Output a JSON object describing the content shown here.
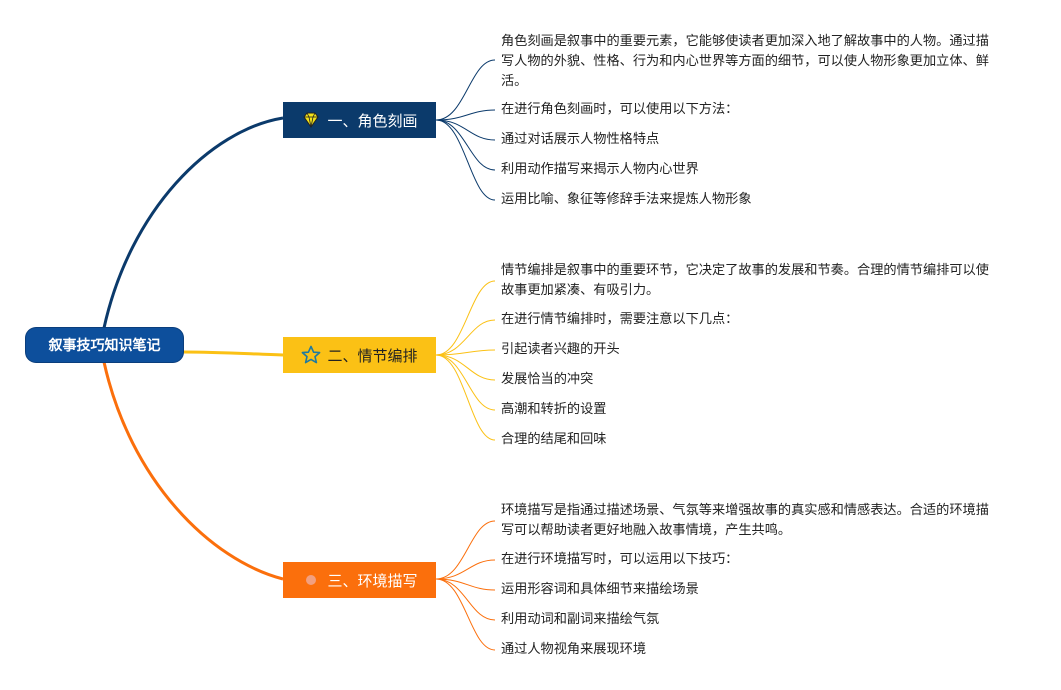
{
  "root": {
    "label": "叙事技巧知识笔记"
  },
  "colors": {
    "root": "#0d4f9c",
    "branch1": "#0b3a6b",
    "branch2": "#fbc115",
    "branch3": "#fb6f0c"
  },
  "branches": [
    {
      "label": "一、角色刻画",
      "icon": "diamond-icon",
      "leaves": [
        "角色刻画是叙事中的重要元素，它能够使读者更加深入地了解故事中的人物。通过描写人物的外貌、性格、行为和内心世界等方面的细节，可以使人物形象更加立体、鲜活。",
        "在进行角色刻画时，可以使用以下方法：",
        "通过对话展示人物性格特点",
        "利用动作描写来揭示人物内心世界",
        "运用比喻、象征等修辞手法来提炼人物形象"
      ]
    },
    {
      "label": "二、情节编排",
      "icon": "star-icon",
      "leaves": [
        "情节编排是叙事中的重要环节，它决定了故事的发展和节奏。合理的情节编排可以使故事更加紧凑、有吸引力。",
        "在进行情节编排时，需要注意以下几点：",
        "引起读者兴趣的开头",
        "发展恰当的冲突",
        "高潮和转折的设置",
        "合理的结尾和回味"
      ]
    },
    {
      "label": "三、环境描写",
      "icon": "dot-icon",
      "leaves": [
        "环境描写是指通过描述场景、气氛等来增强故事的真实感和情感表达。合适的环境描写可以帮助读者更好地融入故事情境，产生共鸣。",
        "在进行环境描写时，可以运用以下技巧：",
        "运用形容词和具体细节来描绘场景",
        "利用动词和副词来描绘气氛",
        "通过人物视角来展现环境"
      ]
    }
  ]
}
